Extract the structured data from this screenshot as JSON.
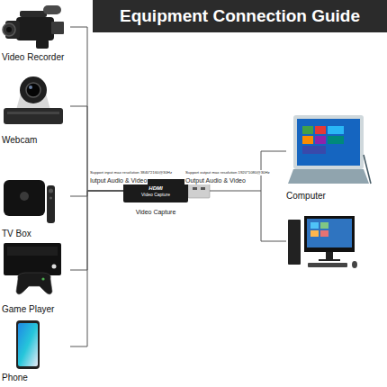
{
  "diagram": {
    "title": "Equipment Connection Guide",
    "nodes": [
      {
        "text": [
          "Video Recorder"
        ]
      },
      {
        "text": [
          "Webcam"
        ]
      },
      {
        "text": [
          "TV Box"
        ]
      },
      {
        "text": [
          "Game Player"
        ]
      },
      {
        "text": [
          "Phone"
        ]
      },
      {
        "text": [
          "HDMI",
          "Video Capture",
          "Video Capture"
        ]
      },
      {
        "text": [
          "Computer"
        ]
      }
    ],
    "edges": [
      {
        "from": 0,
        "to": 5,
        "arrow": "none"
      },
      {
        "from": 1,
        "to": 5,
        "arrow": "none"
      },
      {
        "from": 2,
        "to": 5,
        "arrow": "none"
      },
      {
        "from": 3,
        "to": 5,
        "arrow": "none"
      },
      {
        "from": 4,
        "to": 5,
        "arrow": "none"
      },
      {
        "from": 5,
        "to": 6,
        "arrow": "none"
      }
    ],
    "labels": [
      "Support input max resolution 3840*2160@30Hz",
      "Iutput Audio & Video",
      "Support output max resolution 1920*1080@30Hz",
      "Output Audio & Video"
    ]
  }
}
